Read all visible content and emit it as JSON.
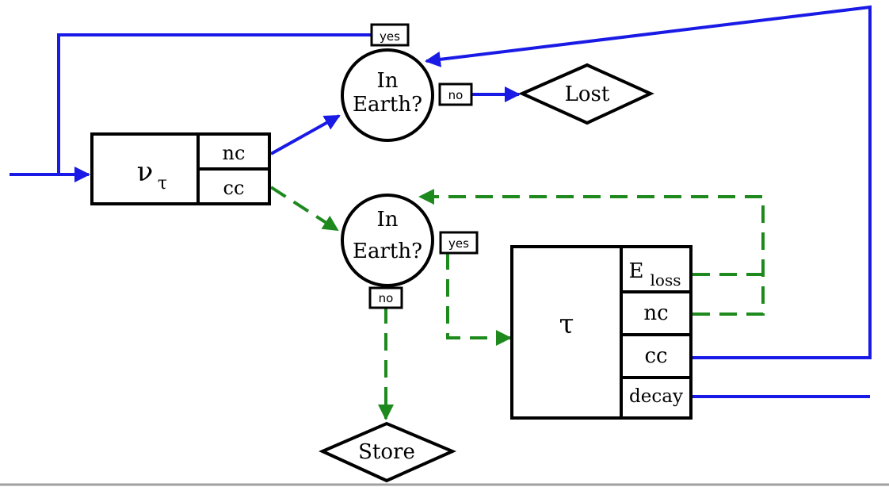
{
  "nu_box": {
    "symbol": "ν",
    "subscript": "τ",
    "port_nc": "nc",
    "port_cc": "cc"
  },
  "upper_decision": {
    "line1": "In",
    "line2": "Earth?",
    "yes_tag": "yes",
    "no_tag": "no"
  },
  "lower_decision": {
    "line1": "In",
    "line2": "Earth?",
    "yes_tag": "yes",
    "no_tag": "no"
  },
  "lost_node": {
    "label": "Lost"
  },
  "store_node": {
    "label": "Store"
  },
  "tau_box": {
    "symbol": "τ",
    "port_eloss_main": "E",
    "port_eloss_sub": "loss",
    "port_nc": "nc",
    "port_cc": "cc",
    "port_decay": "decay"
  },
  "colors": {
    "blue_path": "#1a1ae6",
    "green_path": "#1e8a1e"
  }
}
